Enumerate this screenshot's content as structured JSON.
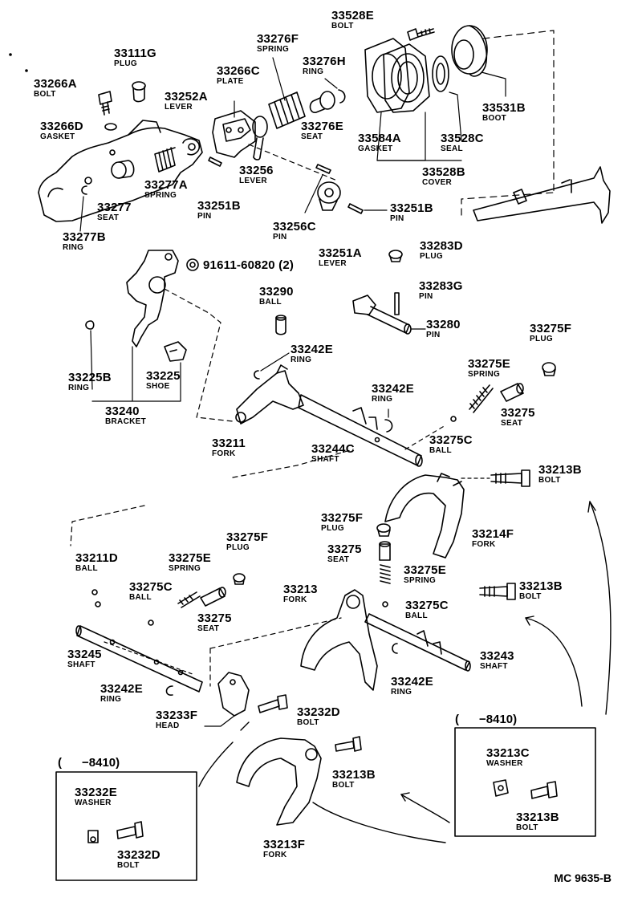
{
  "diagram": {
    "catalog_code": "MC  9635-B",
    "inset_boxes": {
      "left_title": "(      −8410)",
      "right_title": "(      −8410)"
    },
    "labels": {
      "p33528E": {
        "num": "33528E",
        "name": "BOLT"
      },
      "p33276F": {
        "num": "33276F",
        "name": "SPRING"
      },
      "p33111G": {
        "num": "33111G",
        "name": "PLUG"
      },
      "p33276H": {
        "num": "33276H",
        "name": "RING"
      },
      "p33266C": {
        "num": "33266C",
        "name": "PLATE"
      },
      "p33266A": {
        "num": "33266A",
        "name": "BOLT"
      },
      "p33252A": {
        "num": "33252A",
        "name": "LEVER"
      },
      "p33531B": {
        "num": "33531B",
        "name": "BOOT"
      },
      "p33266D": {
        "num": "33266D",
        "name": "GASKET"
      },
      "p33276E": {
        "num": "33276E",
        "name": "SEAT"
      },
      "p33584A": {
        "num": "33584A",
        "name": "GASKET"
      },
      "p33528C": {
        "num": "33528C",
        "name": "SEAL"
      },
      "p33256": {
        "num": "33256",
        "name": "LEVER"
      },
      "p33528B": {
        "num": "33528B",
        "name": "COVER"
      },
      "p33277A": {
        "num": "33277A",
        "name": "SPRING"
      },
      "p33251B_a": {
        "num": "33251B",
        "name": "PIN"
      },
      "p33277": {
        "num": "33277",
        "name": "SEAT"
      },
      "p33251B_b": {
        "num": "33251B",
        "name": "PIN"
      },
      "p33256C": {
        "num": "33256C",
        "name": "PIN"
      },
      "p33277B": {
        "num": "33277B",
        "name": "RING"
      },
      "p33251A": {
        "num": "33251A",
        "name": "LEVER"
      },
      "p33283D": {
        "num": "33283D",
        "name": "PLUG"
      },
      "p91611": {
        "num": "91611-60820 (2)",
        "name": ""
      },
      "p33290": {
        "num": "33290",
        "name": "BALL"
      },
      "p33283G": {
        "num": "33283G",
        "name": "PIN"
      },
      "p33280": {
        "num": "33280",
        "name": "PIN"
      },
      "p33275F_a": {
        "num": "33275F",
        "name": "PLUG"
      },
      "p33242E_a": {
        "num": "33242E",
        "name": "RING"
      },
      "p33225B": {
        "num": "33225B",
        "name": "RING"
      },
      "p33225": {
        "num": "33225",
        "name": "SHOE"
      },
      "p33275E_a": {
        "num": "33275E",
        "name": "SPRING"
      },
      "p33242E_b": {
        "num": "33242E",
        "name": "RING"
      },
      "p33240": {
        "num": "33240",
        "name": "BRACKET"
      },
      "p33275_a": {
        "num": "33275",
        "name": "SEAT"
      },
      "p33275C_a": {
        "num": "33275C",
        "name": "BALL"
      },
      "p33211": {
        "num": "33211",
        "name": "FORK"
      },
      "p33244C": {
        "num": "33244C",
        "name": "SHAFT"
      },
      "p33213B_a": {
        "num": "33213B",
        "name": "BOLT"
      },
      "p33275F_b": {
        "num": "33275F",
        "name": "PLUG"
      },
      "p33214F": {
        "num": "33214F",
        "name": "FORK"
      },
      "p33275F_c": {
        "num": "33275F",
        "name": "PLUG"
      },
      "p33275_b": {
        "num": "33275",
        "name": "SEAT"
      },
      "p33211D": {
        "num": "33211D",
        "name": "BALL"
      },
      "p33275E_b": {
        "num": "33275E",
        "name": "SPRING"
      },
      "p33275E_c": {
        "num": "33275E",
        "name": "SPRING"
      },
      "p33213B_b": {
        "num": "33213B",
        "name": "BOLT"
      },
      "p33275C_b": {
        "num": "33275C",
        "name": "BALL"
      },
      "p33213": {
        "num": "33213",
        "name": "FORK"
      },
      "p33275C_c": {
        "num": "33275C",
        "name": "BALL"
      },
      "p33275_c": {
        "num": "33275",
        "name": "SEAT"
      },
      "p33243": {
        "num": "33243",
        "name": "SHAFT"
      },
      "p33245": {
        "num": "33245",
        "name": "SHAFT"
      },
      "p33242E_c": {
        "num": "33242E",
        "name": "RING"
      },
      "p33242E_d": {
        "num": "33242E",
        "name": "RING"
      },
      "p33232D_a": {
        "num": "33232D",
        "name": "BOLT"
      },
      "p33233F": {
        "num": "33233F",
        "name": "HEAD"
      },
      "p33213C": {
        "num": "33213C",
        "name": "WASHER"
      },
      "p33213B_c": {
        "num": "33213B",
        "name": "BOLT"
      },
      "p33213B_d": {
        "num": "33213B",
        "name": "BOLT"
      },
      "p33232E": {
        "num": "33232E",
        "name": "WASHER"
      },
      "p33232D_b": {
        "num": "33232D",
        "name": "BOLT"
      },
      "p33213F": {
        "num": "33213F",
        "name": "FORK"
      }
    }
  }
}
